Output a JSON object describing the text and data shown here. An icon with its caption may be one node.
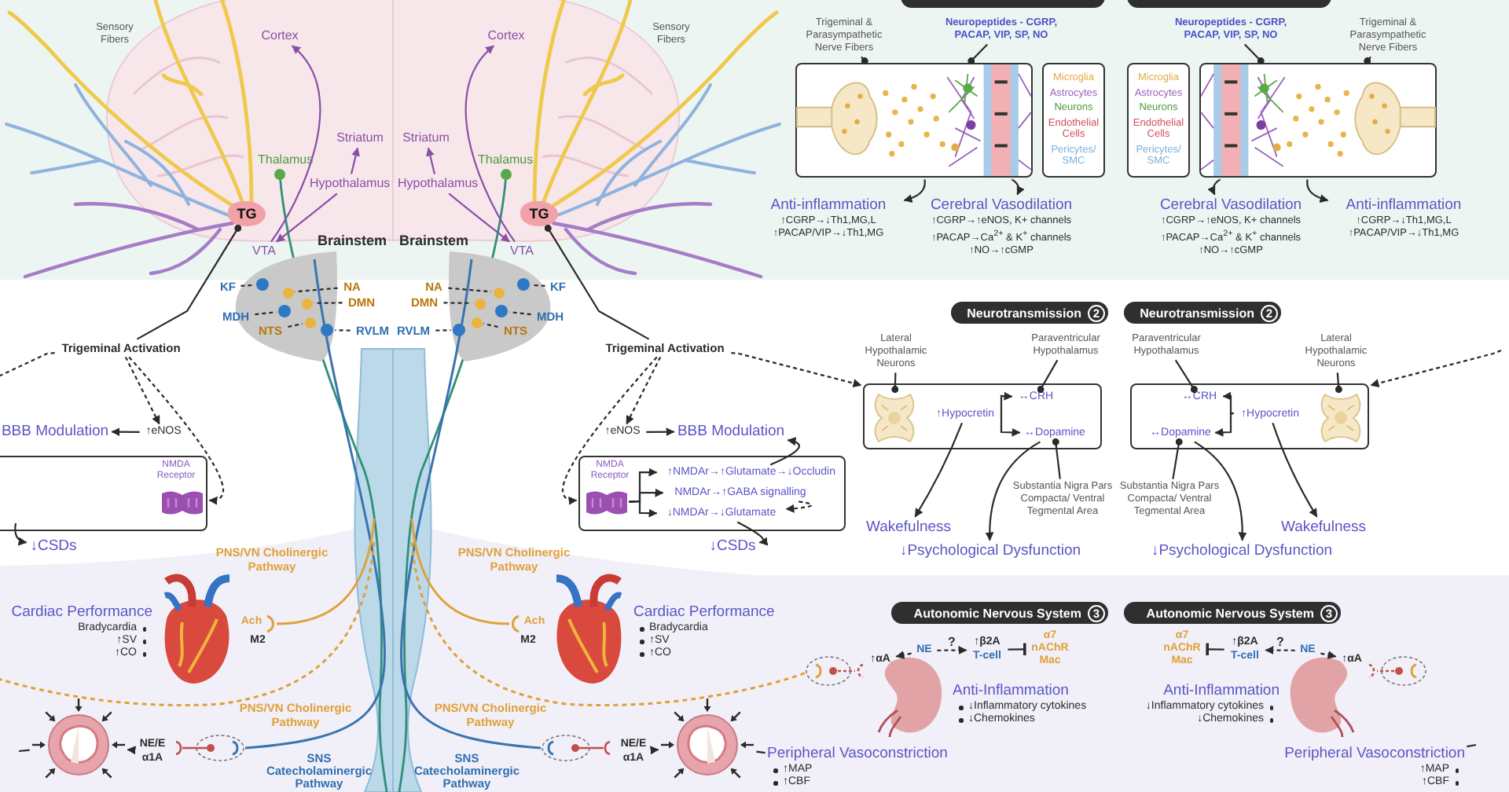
{
  "diagram": {
    "nodes": [
      {
        "text": [
          "Cortex"
        ]
      },
      {
        "text": [
          "Striatum"
        ]
      },
      {
        "text": [
          "Hypothalamus"
        ]
      },
      {
        "text": [
          "TG"
        ]
      },
      {
        "text": [
          "VTA"
        ]
      },
      {
        "text": [
          "KF"
        ]
      },
      {
        "text": [
          "NA"
        ]
      },
      {
        "text": [
          "DMN"
        ]
      },
      {
        "text": [
          "MDH"
        ]
      },
      {
        "text": [
          "NTS"
        ]
      },
      {
        "text": [
          "RVLM"
        ]
      },
      {
        "text": [
          "Trigeminal Activation"
        ]
      },
      {
        "text": [
          "↑eNOS"
        ]
      },
      {
        "text": [
          "BBB Modulation"
        ]
      },
      {
        "text": [
          "NMDA Receptor"
        ]
      },
      {
        "text": [
          "↑NMDAr→↑Glutamate→↓Occludin"
        ],
        "in": 14
      },
      {
        "text": [
          "NMDAr→↑GABA signalling"
        ],
        "in": 14
      },
      {
        "text": [
          "↓NMDAr→↓Glutamate"
        ],
        "in": 14
      },
      {
        "text": [
          "↓CSDs"
        ]
      },
      {
        "text": [
          "Trigeminal & Parasympathetic Nerve Fibers"
        ]
      },
      {
        "text": [
          "Neuropeptides - CGRP, PACAP, VIP, SP, NO"
        ]
      },
      {
        "text": [],
        "shape": "picture"
      },
      {
        "text": [
          "Microglia",
          "Astrocytes",
          "Neurons",
          "Endothelial Cells",
          "Pericytes/ SMC"
        ]
      },
      {
        "text": [
          "Anti-inflammation",
          "↑CGRP→↓Th1,MG,L",
          "↑PACAP/VIP→↓Th1,MG"
        ]
      },
      {
        "text": [
          "Cerebral Vasodilation",
          "↑CGRP→↑eNOS, K+ channels",
          "↑PACAP→Ca$^{2+}$ & K$^{+}$ channels",
          "↑NO→↑cGMP"
        ]
      },
      {
        "text": [
          "Neurotransmission",
          "2"
        ]
      },
      {
        "text": [
          "Lateral Hypothalamic Neurons"
        ]
      },
      {
        "text": [
          "Paraventricular Hypothalamus"
        ]
      },
      {
        "text": [],
        "shape": "box"
      },
      {
        "text": [],
        "shape": "picture",
        "in": 28
      },
      {
        "text": [
          "↑Hypocretin"
        ],
        "in": 28
      },
      {
        "text": [
          "↔CRH"
        ],
        "in": 28
      },
      {
        "text": [
          "↔Dopamine"
        ],
        "in": 28
      },
      {
        "text": [
          "Wakefulness"
        ]
      },
      {
        "text": [
          "↓Psychological Dysfunction"
        ]
      },
      {
        "text": [
          "Substantia Nigra Pars Compacta/ Ventral Tegmental Area"
        ]
      },
      {
        "text": [
          "Cardiac Performance",
          "Bradycardia",
          "↑SV",
          "↑CO"
        ]
      },
      {
        "text": [
          "NE/E",
          "α1A"
        ]
      },
      {
        "text": [],
        "shape": "picture"
      },
      {
        "text": [
          "Peripheral Vasoconstriction",
          "↑MAP",
          "↑CBF"
        ]
      },
      {
        "text": [
          "Autonomic Nervous System",
          "3"
        ]
      },
      {
        "text": [
          "↑αA"
        ]
      },
      {
        "text": [
          "NE"
        ]
      },
      {
        "text": [
          "↑β2A",
          "T-cell"
        ]
      },
      {
        "text": [
          "α7 nAChR Mac"
        ]
      },
      {
        "text": [
          "Anti-Inflammation",
          "↓Inflammatory cytokines",
          "↓Chemokines"
        ]
      },
      {
        "text": [
          "Cortex"
        ]
      },
      {
        "text": [
          "Striatum"
        ]
      },
      {
        "text": [
          "Hypothalamus"
        ]
      },
      {
        "text": [
          "TG"
        ]
      },
      {
        "text": [
          "VTA"
        ]
      },
      {
        "text": [
          "KF"
        ]
      },
      {
        "text": [
          "NA"
        ]
      },
      {
        "text": [
          "DMN"
        ]
      },
      {
        "text": [
          "MDH"
        ]
      },
      {
        "text": [
          "NTS"
        ]
      },
      {
        "text": [
          "RVLM"
        ]
      },
      {
        "text": [
          "Trigeminal Activation"
        ]
      },
      {
        "text": [
          "↑eNOS"
        ]
      },
      {
        "text": [
          "BBB Modulation"
        ]
      },
      {
        "text": [
          "NMDA Receptor"
        ]
      },
      {
        "text": [
          "↓CSDs"
        ]
      },
      {
        "text": [
          "Cardiac Performance",
          "Bradycardia",
          "↑SV",
          "↑CO"
        ]
      },
      {
        "text": [
          "NE/E",
          "α1A"
        ]
      },
      {
        "text": [],
        "shape": "picture"
      },
      {
        "text": [
          "Trigeminal & Parasympathetic Nerve Fibers"
        ]
      },
      {
        "text": [
          "Neuropeptides - CGRP, PACAP, VIP, SP, NO"
        ]
      },
      {
        "text": [],
        "shape": "picture"
      },
      {
        "text": [
          "Microglia",
          "Astrocytes",
          "Neurons",
          "Endothelial Cells",
          "Pericytes/ SMC"
        ]
      },
      {
        "text": [
          "Anti-inflammation",
          "↑CGRP→↓Th1,MG,L",
          "↑PACAP/VIP→↓Th1,MG"
        ]
      },
      {
        "text": [
          "Cerebral Vasodilation",
          "↑CGRP→↑eNOS, K+ channels",
          "↑PACAP→Ca$^{2+}$ & K$^{+}$ channels",
          "↑NO→↑cGMP"
        ]
      },
      {
        "text": [
          "Neurotransmission",
          "2"
        ]
      },
      {
        "text": [
          "Lateral Hypothalamic Neurons"
        ]
      },
      {
        "text": [
          "Paraventricular Hypothalamus"
        ]
      },
      {
        "text": [],
        "shape": "box"
      },
      {
        "text": [],
        "shape": "picture",
        "in": 74
      },
      {
        "text": [
          "↑Hypocretin"
        ],
        "in": 74
      },
      {
        "text": [
          "↔CRH"
        ],
        "in": 74
      },
      {
        "text": [
          "↔Dopamine"
        ],
        "in": 74
      },
      {
        "text": [
          "Wakefulness"
        ]
      },
      {
        "text": [
          "↓Psychological Dysfunction"
        ]
      },
      {
        "text": [
          "Substantia Nigra Pars Compacta/ Ventral Tegmental Area"
        ]
      },
      {
        "text": [
          "Peripheral Vasoconstriction",
          "↑MAP",
          "↑CBF"
        ]
      },
      {
        "text": [
          "Autonomic Nervous System",
          "3"
        ]
      },
      {
        "text": [
          "↑αA"
        ]
      },
      {
        "text": [
          "NE"
        ]
      },
      {
        "text": [
          "↑β2A",
          "T-cell"
        ]
      },
      {
        "text": [
          "α7 nAChR Mac"
        ]
      },
      {
        "text": [
          "Anti-Inflammation",
          "↓Inflammatory cytokines",
          "↓Chemokines"
        ]
      },
      {
        "text": [],
        "shape": "circle"
      },
      {
        "text": [],
        "shape": "circle"
      },
      {
        "text": [],
        "shape": "circle"
      },
      {
        "text": [],
        "shape": "circle"
      },
      {
        "text": [],
        "shape": "circle"
      },
      {
        "text": [],
        "shape": "circle"
      },
      {
        "text": [],
        "shape": "circle"
      },
      {
        "text": [],
        "shape": "circle"
      },
      {
        "text": [],
        "shape": "circle"
      },
      {
        "text": [],
        "shape": "circle"
      },
      {
        "text": [],
        "shape": "circle"
      },
      {
        "text": [],
        "shape": "circle"
      },
      {
        "text": [],
        "shape": "picture",
        "in": 14
      },
      {
        "text": [],
        "shape": "picture",
        "in": 60
      }
    ],
    "edges": [
      {
        "from": 4,
        "to": 0,
        "arrow": "to",
        "color": "#8a4fa6"
      },
      {
        "from": 2,
        "to": 1,
        "arrow": "to",
        "color": "#8a4fa6"
      },
      {
        "from": 2,
        "to": 4,
        "arrow": "to",
        "color": "#8a4fa6"
      },
      {
        "from": 5,
        "to": 89,
        "arrow": "none",
        "style": "dashed"
      },
      {
        "from": 6,
        "to": 90,
        "arrow": "none",
        "style": "dashed"
      },
      {
        "from": 7,
        "to": 91,
        "arrow": "none",
        "style": "dashed"
      },
      {
        "from": 8,
        "to": 92,
        "arrow": "none",
        "style": "dashed"
      },
      {
        "from": 9,
        "to": 93,
        "arrow": "none",
        "style": "dashed"
      },
      {
        "from": 10,
        "to": 94,
        "arrow": "none",
        "style": "dashed"
      },
      {
        "from": 11,
        "to": 3,
        "arrow": "other"
      },
      {
        "from": 11,
        "to": 12,
        "arrow": "to",
        "style": "dashed"
      },
      {
        "from": 11,
        "to": 14,
        "arrow": "to",
        "style": "dashed"
      },
      {
        "from": 11,
        "to": 28,
        "arrow": "to",
        "style": "dashed"
      },
      {
        "from": 12,
        "to": 13,
        "arrow": "to"
      },
      {
        "from": 15,
        "to": 13,
        "arrow": "to"
      },
      {
        "from": 16,
        "to": 17,
        "arrow": "to",
        "style": "dashed"
      },
      {
        "from": 17,
        "to": 18,
        "arrow": "to"
      },
      {
        "from": 19,
        "to": 21,
        "arrow": "other"
      },
      {
        "from": 20,
        "to": 21,
        "arrow": "other"
      },
      {
        "from": 21,
        "to": 23,
        "arrow": "to"
      },
      {
        "from": 21,
        "to": 24,
        "arrow": "to"
      },
      {
        "from": 26,
        "to": 29,
        "arrow": "other"
      },
      {
        "from": 27,
        "to": 31,
        "arrow": "other"
      },
      {
        "from": 30,
        "to": 31,
        "arrow": "to"
      },
      {
        "from": 30,
        "to": 32,
        "arrow": "to"
      },
      {
        "from": 30,
        "to": 33,
        "arrow": "to"
      },
      {
        "from": 32,
        "to": 34,
        "arrow": "to"
      },
      {
        "from": 35,
        "to": 32,
        "arrow": "other"
      },
      {
        "from": 37,
        "to": 38,
        "arrow": "to"
      },
      {
        "from": 38,
        "to": 39,
        "arrow": "none"
      },
      {
        "from": 42,
        "to": 41,
        "arrow": "to",
        "style": "dashed"
      },
      {
        "from": 42,
        "to": 43,
        "arrow": "to",
        "style": "dashed",
        "label": "?"
      },
      {
        "from": 43,
        "to": 44,
        "arrow": "other"
      },
      {
        "from": 50,
        "to": 46,
        "arrow": "to",
        "color": "#8a4fa6"
      },
      {
        "from": 48,
        "to": 47,
        "arrow": "to",
        "color": "#8a4fa6"
      },
      {
        "from": 48,
        "to": 50,
        "arrow": "to",
        "color": "#8a4fa6"
      },
      {
        "from": 51,
        "to": 95,
        "arrow": "none",
        "style": "dashed"
      },
      {
        "from": 52,
        "to": 96,
        "arrow": "none",
        "style": "dashed"
      },
      {
        "from": 53,
        "to": 97,
        "arrow": "none",
        "style": "dashed"
      },
      {
        "from": 54,
        "to": 98,
        "arrow": "none",
        "style": "dashed"
      },
      {
        "from": 55,
        "to": 99,
        "arrow": "none",
        "style": "dashed"
      },
      {
        "from": 56,
        "to": 100,
        "arrow": "none",
        "style": "dashed"
      },
      {
        "from": 57,
        "to": 49,
        "arrow": "other"
      },
      {
        "from": 57,
        "to": 58,
        "arrow": "to",
        "style": "dashed"
      },
      {
        "from": 57,
        "to": 60,
        "arrow": "to",
        "style": "dashed"
      },
      {
        "from": 57,
        "to": null,
        "arrow": "to",
        "style": "dashed"
      },
      {
        "from": 58,
        "to": 59,
        "arrow": "to"
      },
      {
        "from": null,
        "to": 61,
        "arrow": "to"
      },
      {
        "from": 63,
        "to": 64,
        "arrow": "to"
      },
      {
        "from": 64,
        "to": null,
        "arrow": "none"
      },
      {
        "from": 65,
        "to": 67,
        "arrow": "other"
      },
      {
        "from": 66,
        "to": 67,
        "arrow": "other"
      },
      {
        "from": 67,
        "to": 69,
        "arrow": "to"
      },
      {
        "from": 67,
        "to": 70,
        "arrow": "to"
      },
      {
        "from": 72,
        "to": 75,
        "arrow": "other"
      },
      {
        "from": 73,
        "to": 77,
        "arrow": "other"
      },
      {
        "from": 76,
        "to": 77,
        "arrow": "to"
      },
      {
        "from": 76,
        "to": 78,
        "arrow": "to"
      },
      {
        "from": 76,
        "to": 79,
        "arrow": "to"
      },
      {
        "from": 78,
        "to": 80,
        "arrow": "to"
      },
      {
        "from": 81,
        "to": 78,
        "arrow": "other"
      },
      {
        "from": null,
        "to": 82,
        "arrow": "none"
      },
      {
        "from": 85,
        "to": 84,
        "arrow": "to",
        "style": "dashed"
      },
      {
        "from": 85,
        "to": 86,
        "arrow": "to",
        "style": "dashed",
        "label": "?"
      },
      {
        "from": 86,
        "to": 87,
        "arrow": "other"
      },
      {
        "from": null,
        "to": 74,
        "arrow": "to",
        "style": "dashed"
      },
      {
        "from": 101,
        "to": 15,
        "arrow": "to"
      },
      {
        "from": 101,
        "to": 16,
        "arrow": "to"
      },
      {
        "from": 101,
        "to": 17,
        "arrow": "to"
      }
    ],
    "labels": [
      "Sensory Fibers",
      "Thalamus",
      "Brainstem",
      "PNS/VN Cholinergic Pathway",
      "Ach",
      "M2",
      "PNS/VN Cholinergic Pathway",
      "SNS Catecholaminergic Pathway",
      "Sensory Fibers",
      "Thalamus",
      "Brainstem",
      "PNS/VN Cholinergic Pathway",
      "Ach",
      "M2",
      "PNS/VN Cholinergic Pathway",
      "SNS Catecholaminergic Pathway"
    ]
  }
}
